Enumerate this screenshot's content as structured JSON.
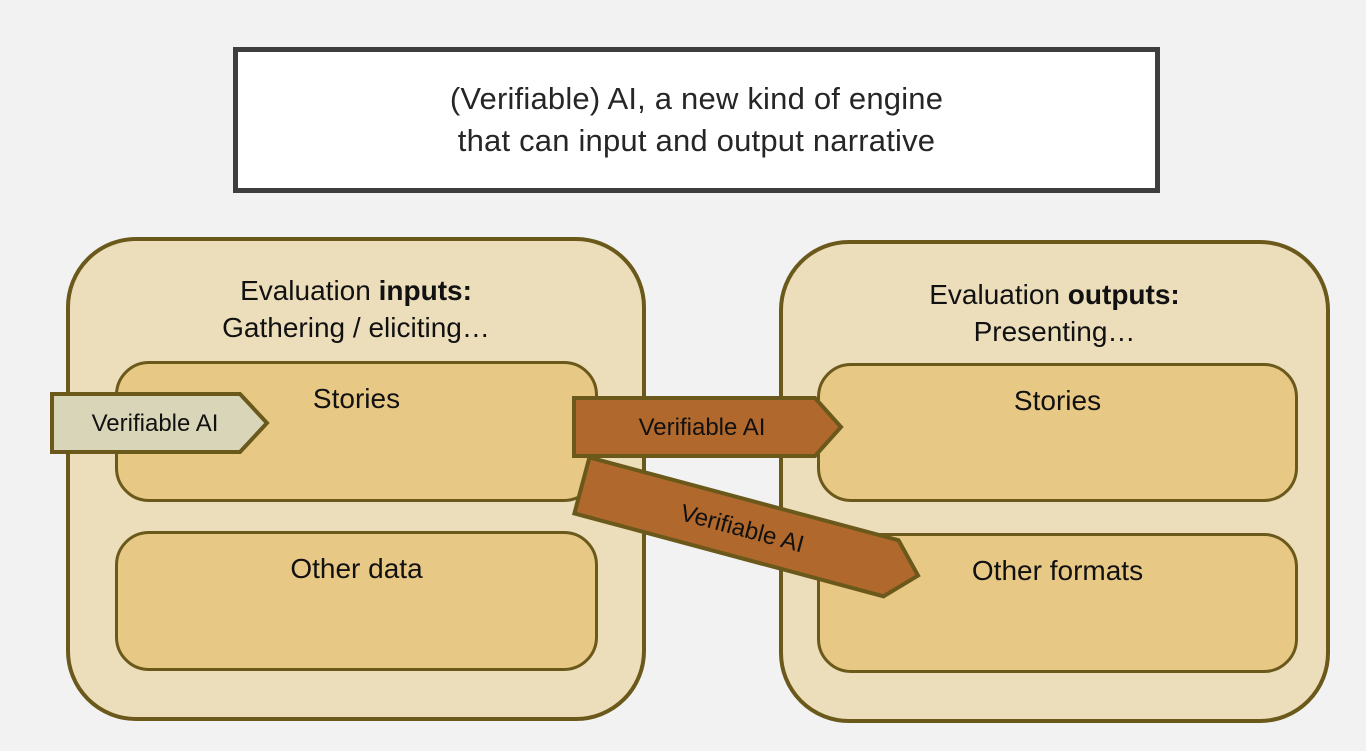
{
  "title": {
    "line1": "(Verifiable) AI, a new kind of engine",
    "line2": "that can input and output narrative"
  },
  "inputs": {
    "header_prefix": "Evaluation ",
    "header_bold": "inputs:",
    "header_line2": "Gathering / eliciting…",
    "stories_label": "Stories",
    "other_label": "Other data"
  },
  "outputs": {
    "header_prefix": "Evaluation ",
    "header_bold": "outputs:",
    "header_line2": "Presenting…",
    "stories_label": "Stories",
    "other_label": "Other formats"
  },
  "arrows": {
    "input_label": "Verifiable AI",
    "output_stories_label": "Verifiable AI",
    "output_formats_label": "Verifiable AI"
  },
  "colors": {
    "background": "#f2f2f2",
    "title_border": "#3e3e3e",
    "container_fill": "#ecdebb",
    "inner_box_fill": "#e8c885",
    "olive_border": "#6b591b",
    "orange_arrow_fill": "#b1682c",
    "gray_arrow_fill": "#d9d5b9",
    "text": "#141414"
  }
}
